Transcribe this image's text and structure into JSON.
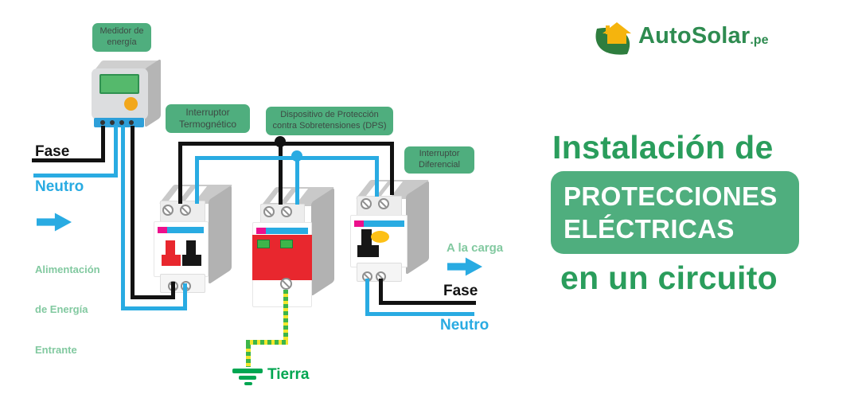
{
  "brand": {
    "name": "AutoSolar",
    "tld": ".pe"
  },
  "headline": {
    "line1": "Instalación de",
    "box_line1": "PROTECCIONES",
    "box_line2": "ELÉCTRICAS",
    "line2": "en un circuito"
  },
  "badges": {
    "meter": {
      "line1": "Medidor de",
      "line2": "energía"
    },
    "thermal": {
      "line1": "Interruptor",
      "line2": "Termognético"
    },
    "dps": {
      "line1": "Dispositivo de Protección",
      "line2": "contra Sobretensiones (DPS)"
    },
    "differential": {
      "line1": "Interruptor",
      "line2": "Diferencial"
    }
  },
  "input_side": {
    "phase_label": "Fase",
    "neutral_label": "Neutro",
    "feed_line1": "Alimentación",
    "feed_line2": "de Energía",
    "feed_line3": "Entrante"
  },
  "output_side": {
    "to_load_label": "A la carga",
    "phase_label": "Fase",
    "neutral_label": "Neutro"
  },
  "ground_label": "Tierra",
  "colors": {
    "badge_green": "#4fae7e",
    "headline_green": "#2a9d5c",
    "wire_blue": "#29abe2",
    "wire_black": "#121212",
    "ground_green": "#00a651",
    "earth_wire_green": "#3db54a",
    "earth_wire_yellow": "#f4e62c",
    "device_red": "#e8272e",
    "stripe_magenta": "#ec108c",
    "meter_button_orange": "#f2a71b",
    "test_button_yellow": "#fdc016",
    "light_green_text": "#82c9a0",
    "logo_green": "#2e8b50",
    "house_yellow": "#f5b40d"
  }
}
